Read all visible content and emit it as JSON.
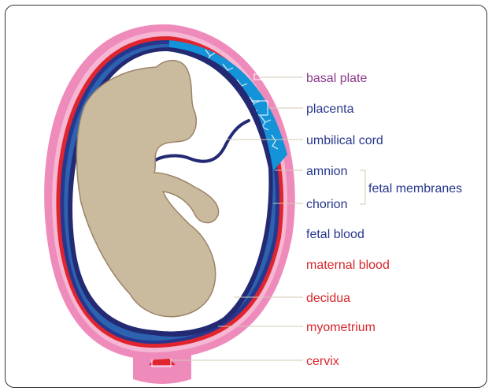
{
  "colors": {
    "myometrium": "#ee8bbb",
    "decidua": "#f5b7d3",
    "maternal_blood": "#e0252f",
    "fetal_blood": "#27378e",
    "chorion": "#2d62b0",
    "placenta": "#1493d8",
    "amnion": "#232a73",
    "fetus": "#cbbb9e",
    "fetus_outline": "#9b8368",
    "leader_line": "#d3c8b5",
    "label_purple": "#8b3a8b",
    "label_blue": "#27378e",
    "label_red": "#d6262b"
  },
  "labels": {
    "basal_plate": "basal plate",
    "placenta": "placenta",
    "umbilical_cord": "umbilical cord",
    "amnion": "amnion",
    "chorion": "chorion",
    "fetal_membranes": "fetal membranes",
    "fetal_blood": "fetal blood",
    "maternal_blood": "maternal blood",
    "decidua": "decidua",
    "myometrium": "myometrium",
    "cervix": "cervix"
  }
}
